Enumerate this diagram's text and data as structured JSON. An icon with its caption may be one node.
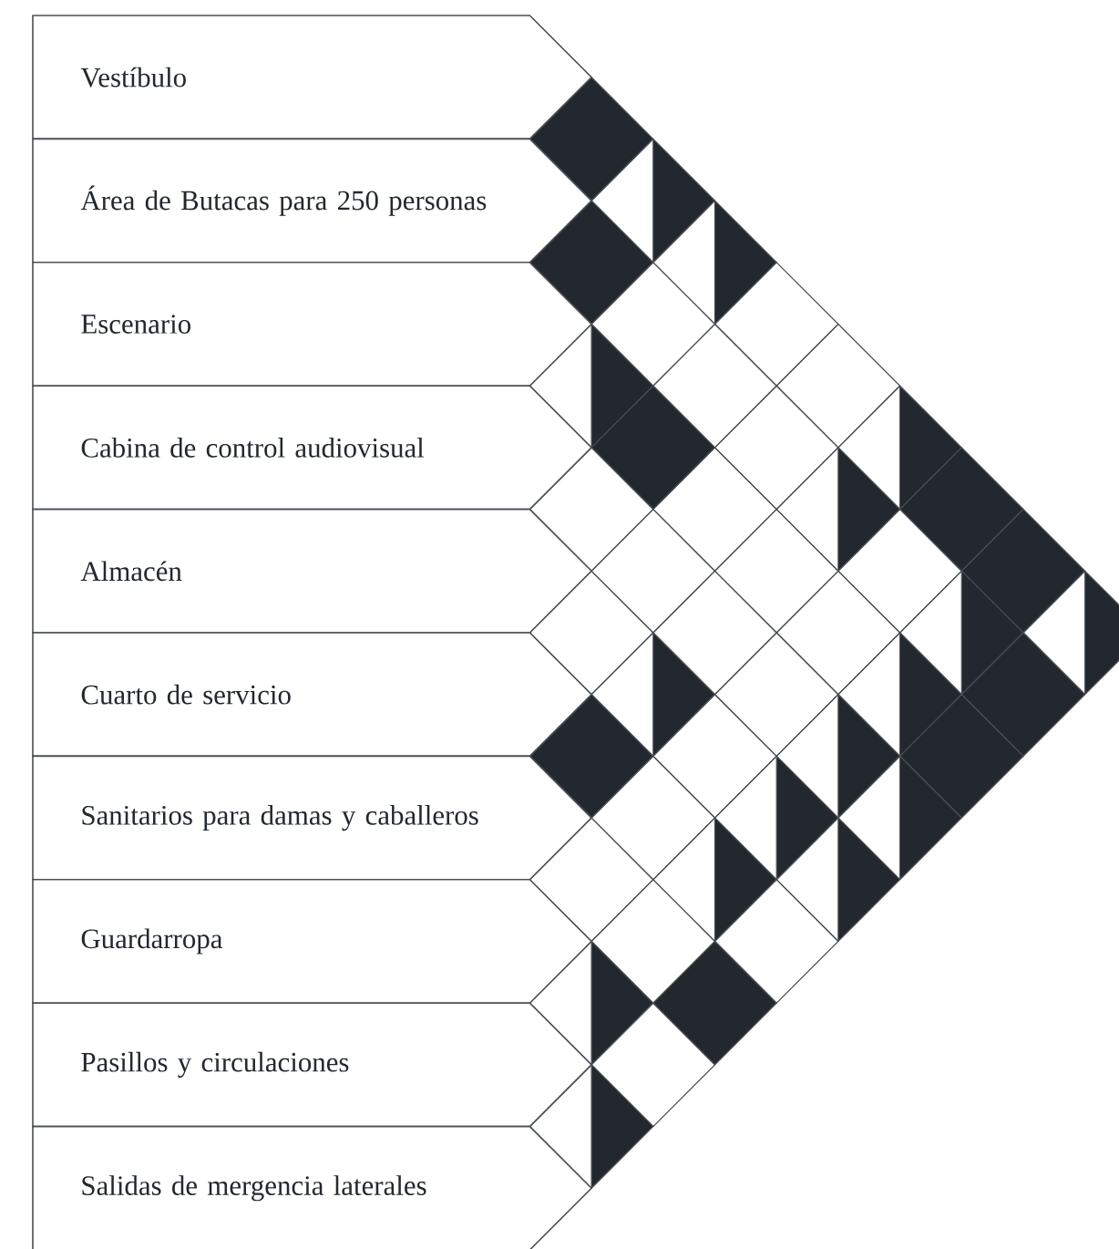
{
  "diagram": {
    "nodes": [
      {
        "text": [
          "Vestíbulo"
        ]
      },
      {
        "text": [
          "Área de Butacas para 250 personas"
        ]
      },
      {
        "text": [
          "Escenario"
        ]
      },
      {
        "text": [
          "Cabina de control audiovisual"
        ]
      },
      {
        "text": [
          "Almacén"
        ]
      },
      {
        "text": [
          "Cuarto de servicio"
        ]
      },
      {
        "text": [
          "Sanitarios para damas y caballeros"
        ]
      },
      {
        "text": [
          "Guardarropa"
        ]
      },
      {
        "text": [
          "Pasillos y circulaciones"
        ]
      },
      {
        "text": [
          "Salidas de mergencia laterales"
        ]
      }
    ]
  }
}
